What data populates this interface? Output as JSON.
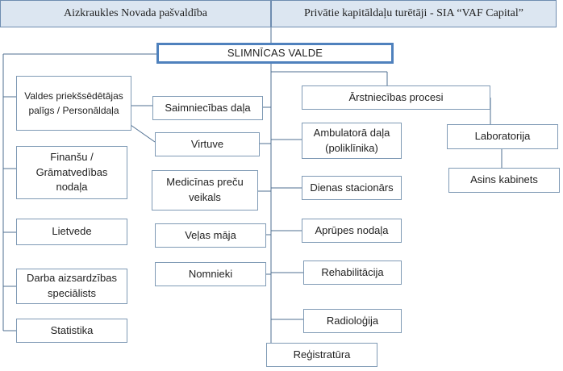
{
  "header": {
    "left_label": "Aizkraukles Novada pašvaldība",
    "right_label": "Privātie kapitāldaļu turētāji - SIA “VAF Capital”"
  },
  "main_node": "SLIMNĪCAS VALDE",
  "left_column": [
    "Valdes priekšsēdētājas palīgs / Personāldaļa",
    "Finanšu / Grāmatvedības nodaļa",
    "Lietvede",
    "Darba aizsardzības speciālists",
    "Statistika"
  ],
  "middle_column": [
    "Saimniecības daļa",
    "Virtuve",
    "Medicīnas preču veikals",
    "Veļas māja",
    "Nomnieki"
  ],
  "right_column": [
    "Ārstniecības procesi",
    "Ambulatorā daļa (poliklīnika)",
    "Dienas stacionārs",
    "Aprūpes nodaļa",
    "Rehabilitācija",
    "Radioloģija",
    "Reģistratūra"
  ],
  "far_right": [
    "Laboratorija",
    "Asins kabinets"
  ]
}
